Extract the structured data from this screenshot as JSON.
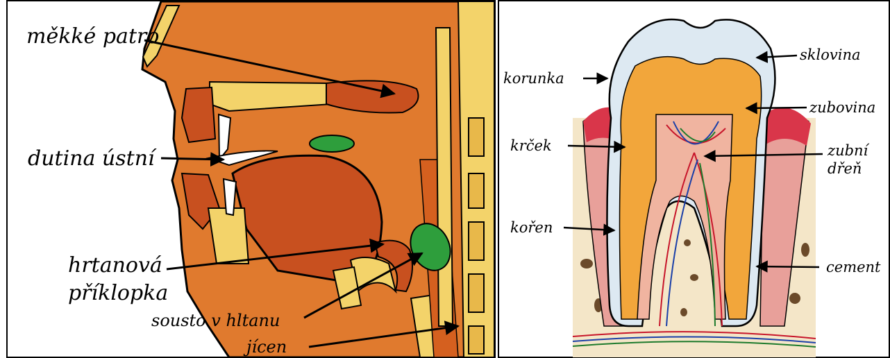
{
  "left_panel": {
    "labels": {
      "soft_palate": "měkké patro",
      "oral_cavity": "dutina ústní",
      "epiglottis_line1": "hrtanová",
      "epiglottis_line2": "příklopka",
      "bolus": "sousto v hltanu",
      "esophagus": "jícen"
    }
  },
  "right_panel": {
    "labels": {
      "enamel": "sklovina",
      "crown": "korunka",
      "dentin": "zubovina",
      "neck": "krček",
      "pulp_line1": "zubní",
      "pulp_line2": "dřeň",
      "root": "kořen",
      "cement": "cement"
    }
  },
  "colors": {
    "flesh": "#e07a2e",
    "tongue": "#c8501f",
    "bone": "#f3d36a",
    "bolus": "#2e9e3c",
    "gum": "#d9364a",
    "enamel": "#dde9f2",
    "dentin": "#f2a63b",
    "jaw_bone": "#f4e6c8"
  }
}
